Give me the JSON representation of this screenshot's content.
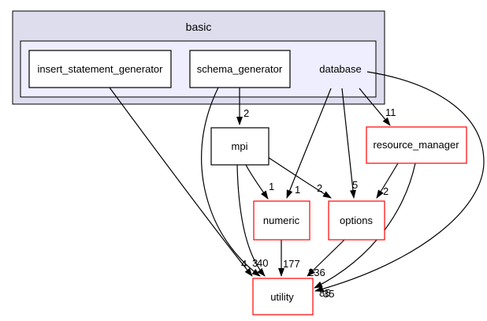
{
  "graph": {
    "type": "directory-dependency-graph",
    "cluster_label": "basic",
    "current_directory": "database",
    "colors": {
      "cluster_outer": "#ddddee",
      "cluster_inner": "#eeeeff",
      "node_fill": "#ffffff",
      "node_border": "#000000",
      "external_border": "#ff0000",
      "edge": "#000000"
    },
    "nodes": [
      {
        "id": "insert_statement_generator",
        "label": "insert_statement_generator",
        "style": "default"
      },
      {
        "id": "schema_generator",
        "label": "schema_generator",
        "style": "default"
      },
      {
        "id": "database",
        "label": "database",
        "style": "current"
      },
      {
        "id": "mpi",
        "label": "mpi",
        "style": "default"
      },
      {
        "id": "numeric",
        "label": "numeric",
        "style": "external"
      },
      {
        "id": "options",
        "label": "options",
        "style": "external"
      },
      {
        "id": "resource_manager",
        "label": "resource_manager",
        "style": "external"
      },
      {
        "id": "utility",
        "label": "utility",
        "style": "external"
      }
    ],
    "edges": [
      {
        "from": "insert_statement_generator",
        "to": "utility",
        "count": "4"
      },
      {
        "from": "schema_generator",
        "to": "mpi",
        "count": "2"
      },
      {
        "from": "schema_generator",
        "to": "utility",
        "count": "3"
      },
      {
        "from": "mpi",
        "to": "numeric",
        "count": "1"
      },
      {
        "from": "mpi",
        "to": "options",
        "count": "2"
      },
      {
        "from": "mpi",
        "to": "utility",
        "count": "40"
      },
      {
        "from": "database",
        "to": "numeric",
        "count": "1"
      },
      {
        "from": "database",
        "to": "options",
        "count": "5"
      },
      {
        "from": "database",
        "to": "resource_manager",
        "count": "11"
      },
      {
        "from": "database",
        "to": "utility",
        "count": "85"
      },
      {
        "from": "resource_manager",
        "to": "options",
        "count": "2"
      },
      {
        "from": "resource_manager",
        "to": "utility",
        "count": "35"
      },
      {
        "from": "numeric",
        "to": "utility",
        "count": "177"
      },
      {
        "from": "options",
        "to": "utility",
        "count": "236"
      }
    ]
  }
}
